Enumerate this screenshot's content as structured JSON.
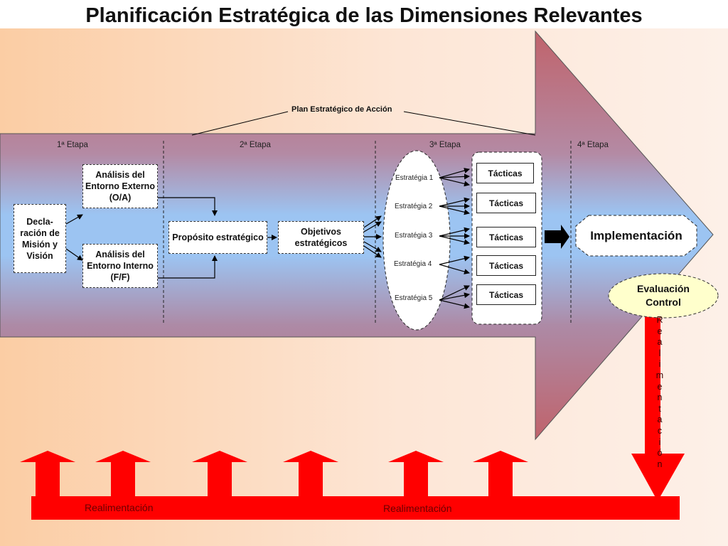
{
  "title": "Planificación Estratégica de las Dimensiones Relevantes",
  "plan_label": "Plan Estratégico de Acción",
  "etapas": [
    "1ª Etapa",
    "2ª Etapa",
    "3ª Etapa",
    "4ª Etapa"
  ],
  "boxes": {
    "declaracion": "Decla-ración de Misión y Visión",
    "externo": "Análisis del Entorno Externo (O/A)",
    "interno": "Análisis del Entorno Interno (F/F)",
    "proposito": "Propósito estratégico",
    "objetivos": "Objetivos estratégicos",
    "implementacion": "Implementación",
    "evaluacion": "Evaluación Control"
  },
  "estrategias": [
    "Estratégia 1",
    "Estratégia 2",
    "Estratégia 3",
    "Estratégia 4",
    "Estratégia 5"
  ],
  "tacticas": [
    "Tácticas",
    "Tácticas",
    "Tácticas",
    "Tácticas",
    "Tácticas"
  ],
  "realimentacion_vertical": [
    "R",
    "e",
    "a",
    "l",
    "i",
    "m",
    "e",
    "n",
    "t",
    "a",
    "c",
    "i",
    "ó",
    "n"
  ],
  "realimentacion_labels": [
    "Realimentación",
    "Realimentación"
  ],
  "colors": {
    "arrow_top": "#b15a62",
    "arrow_mid": "#a9a2c8",
    "arrow_body": "#9cc4f2",
    "feedback_red": "#ff0000",
    "evaluation_fill": "#ffffcc"
  }
}
